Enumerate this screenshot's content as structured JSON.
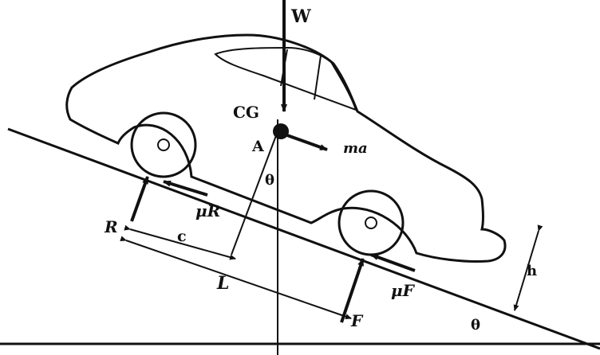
{
  "labels": {
    "weight": "W",
    "center_of_gravity": "CG",
    "inertial_force": "ma",
    "point_a": "A",
    "theta_at_cg": "θ",
    "rear_normal": "R",
    "rear_friction": "μR",
    "front_normal": "F",
    "front_friction": "μF",
    "cg_to_rear_axle": "c",
    "wheelbase": "L",
    "cg_height": "h",
    "slope_angle": "θ"
  },
  "colors": {
    "ink": "#111111",
    "background": "#ffffff"
  }
}
